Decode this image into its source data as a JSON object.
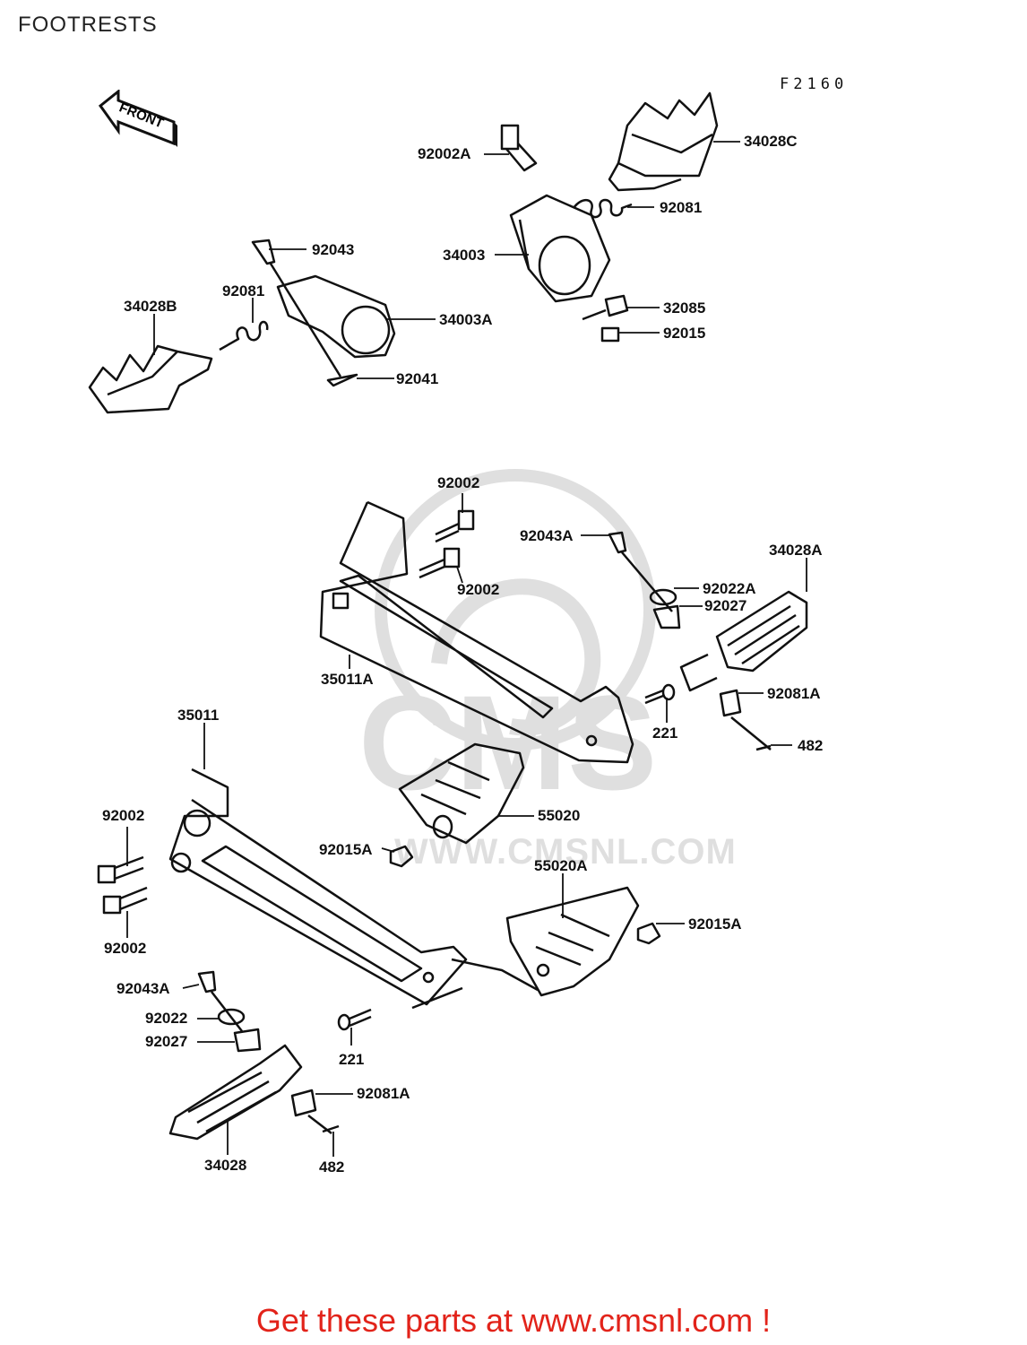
{
  "header": {
    "title": "FOOTRESTS",
    "figure_code": "F2160"
  },
  "front_marker": {
    "label": "FRONT"
  },
  "watermark": {
    "url": "WWW.CMSNL.COM",
    "brand": "CMS"
  },
  "footer": {
    "cta": "Get these parts at www.cmsnl.com !"
  },
  "colors": {
    "cta": "#e2231a",
    "line": "#111111"
  },
  "parts": [
    "92002A",
    "34028C",
    "92081",
    "34003",
    "32085",
    "92015",
    "92043",
    "92081",
    "34028B",
    "34003A",
    "92041",
    "92002",
    "92043A",
    "34028A",
    "92002",
    "92022A",
    "92027",
    "35011A",
    "92081A",
    "221",
    "482",
    "35011",
    "55020",
    "92002",
    "92015A",
    "92002",
    "55020A",
    "92015A",
    "92043A",
    "92022",
    "92027",
    "221",
    "92081A",
    "34028",
    "482"
  ]
}
